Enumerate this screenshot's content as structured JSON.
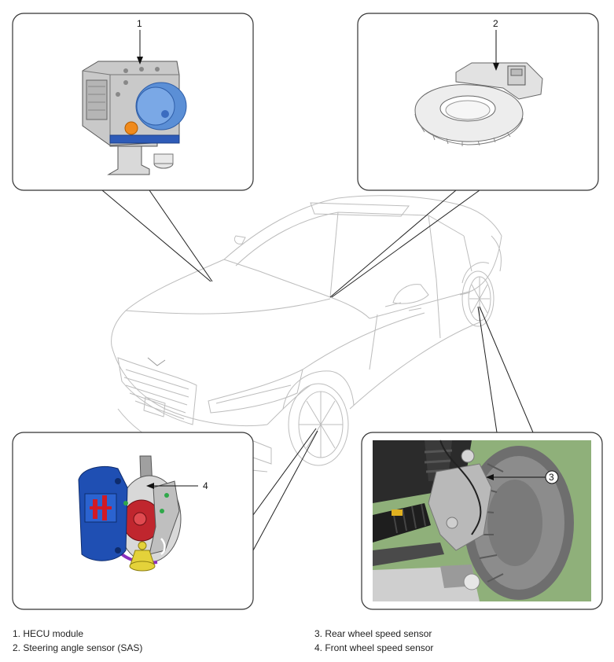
{
  "callouts": [
    {
      "number": "1",
      "label": "HECU module"
    },
    {
      "number": "2",
      "label": "Steering angle sensor (SAS)"
    },
    {
      "number": "3",
      "label": "Rear wheel speed sensor"
    },
    {
      "number": "4",
      "label": "Front wheel speed sensor"
    }
  ],
  "legend": {
    "left": [
      "1. HECU module",
      "2. Steering angle sensor (SAS)"
    ],
    "right": [
      "3. Rear wheel speed sensor",
      "4. Front wheel speed sensor"
    ]
  },
  "colors": {
    "caliper": "#1f4fb3",
    "disc_bg": "#8fb07a",
    "frame": "#333333",
    "car_line": "#b9b9b9",
    "hecu_motor": "#5b8fd6"
  }
}
